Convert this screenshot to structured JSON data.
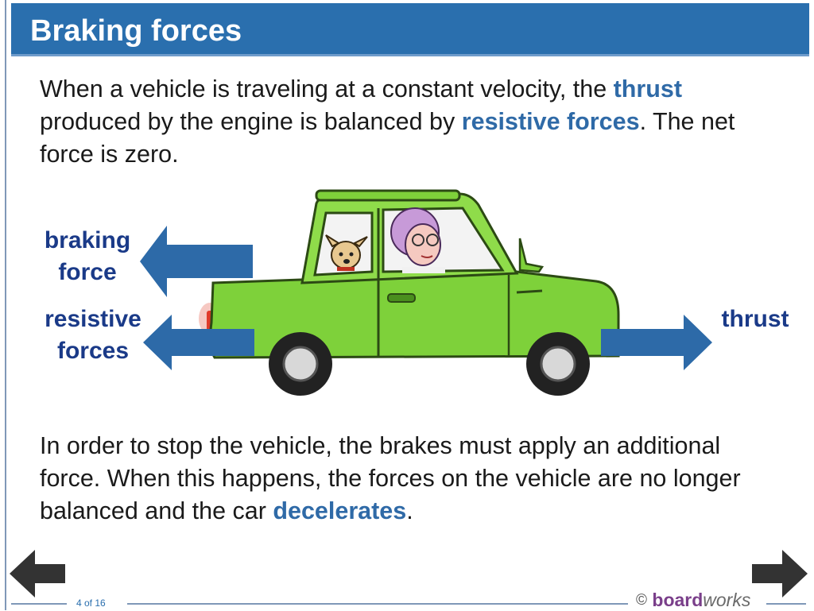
{
  "title": "Braking forces",
  "intro": {
    "part1": "When a vehicle is traveling at a constant velocity, the ",
    "highlight1": "thrust",
    "part2": " produced by the engine is balanced by ",
    "highlight2": "resistive forces",
    "part3": ". The net force is zero."
  },
  "labels": {
    "braking_line1": "braking",
    "braking_line2": "force",
    "resistive_line1": "resistive",
    "resistive_line2": "forces",
    "thrust": "thrust"
  },
  "outro": {
    "part1": "In order to stop the vehicle, the brakes must apply an additional force. When this happens, the forces on the vehicle are no longer balanced and the car ",
    "highlight": "decelerates",
    "part2": "."
  },
  "footer": {
    "page": "4 of 16",
    "copyright": "©",
    "brand_bold": "board",
    "brand_italic": "works"
  },
  "colors": {
    "title_bar": "#2a6fae",
    "highlight_text": "#2f6aa7",
    "force_label": "#1a3a88",
    "arrow_blue": "#2d6aa8",
    "car_green": "#7ed13a"
  },
  "icons": {
    "prev": "left-arrow-icon",
    "next": "right-arrow-icon"
  }
}
